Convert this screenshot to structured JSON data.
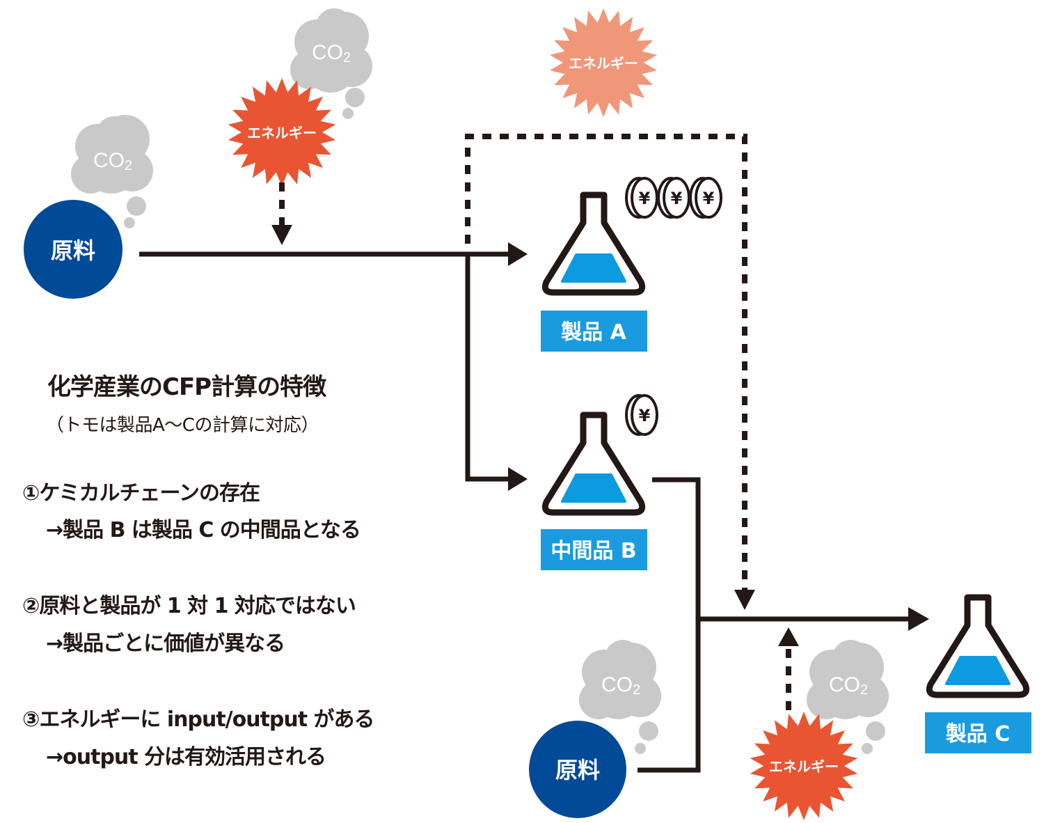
{
  "diagram": {
    "title": "化学産業のCFP計算の特徴",
    "subtitle": "（トモは製品A〜Cの計算に対応）",
    "features": [
      {
        "marker": "①",
        "text": "ケミカルチェーンの存在",
        "note": "→製品 B は製品 C の中間品となる"
      },
      {
        "marker": "②",
        "text": "原料と製品が 1 対 1 対応ではない",
        "note": "→製品ごとに価値が異なる"
      },
      {
        "marker": "③",
        "text": "エネルギーに input/output がある",
        "note": "→output 分は有効活用される"
      }
    ],
    "nodes": {
      "raw_material_1": "原料",
      "raw_material_2": "原料",
      "product_a": "製品 A",
      "intermediate_b": "中間品 B",
      "product_c": "製品 C"
    },
    "energy_labels": [
      "エネルギー",
      "エネルギー",
      "エネルギー"
    ],
    "co2_labels": [
      "CO",
      "CO",
      "CO",
      "CO"
    ],
    "co2_subscript": "2",
    "yen_symbol": "¥",
    "value_coins": {
      "product_a": 3,
      "intermediate_b": 1
    },
    "colors": {
      "raw_material": "#004a97",
      "product_label": "#1a9be0",
      "flask_liquid": "#0d9be0",
      "energy_input": "#e95532",
      "energy_output": "#f0977a",
      "co2_cloud": "#c9c9c9",
      "line": "#231815"
    }
  }
}
